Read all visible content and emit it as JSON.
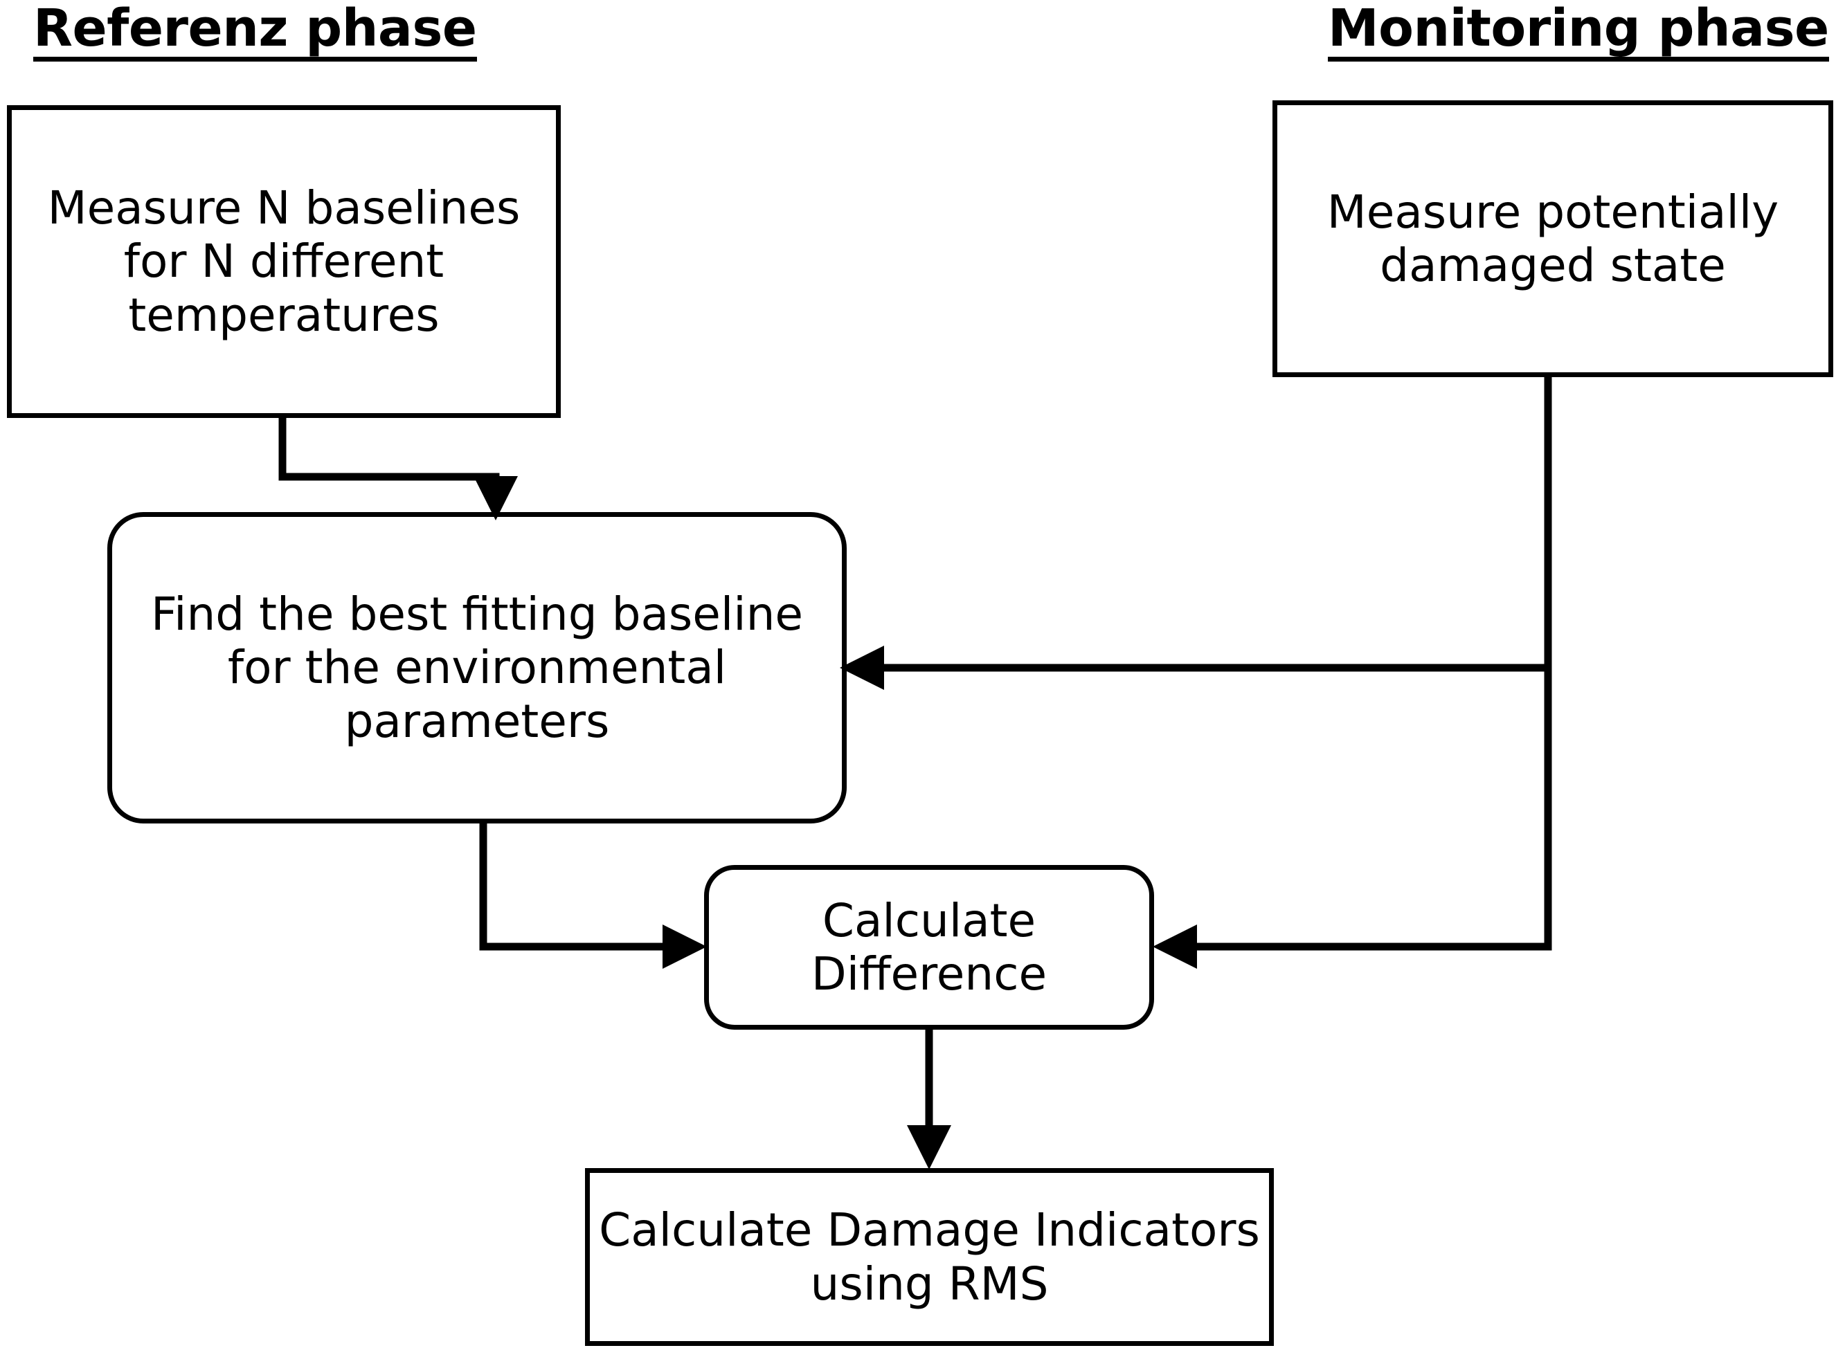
{
  "diagram": {
    "title_left": "Referenz phase",
    "title_right": "Monitoring phase",
    "background_color": "#ffffff",
    "line_color": "#000000",
    "nodes": {
      "measure_baselines": "Measure N baselines for N different temperatures",
      "measure_damaged": "Measure potentially damaged state",
      "find_baseline": "Find the best fitting baseline for the environmental parameters",
      "calculate_difference": "Calculate Difference",
      "calculate_damage": "Calculate Damage Indicators using RMS"
    },
    "edges": [
      {
        "name": "baselines-to-find-baseline",
        "from": "measure_baselines",
        "to": "find_baseline"
      },
      {
        "name": "damaged-to-find-baseline",
        "from": "measure_damaged",
        "to": "find_baseline"
      },
      {
        "name": "find-baseline-to-difference",
        "from": "find_baseline",
        "to": "calculate_difference"
      },
      {
        "name": "damaged-to-difference",
        "from": "measure_damaged",
        "to": "calculate_difference"
      },
      {
        "name": "difference-to-damage",
        "from": "calculate_difference",
        "to": "calculate_damage"
      }
    ]
  }
}
